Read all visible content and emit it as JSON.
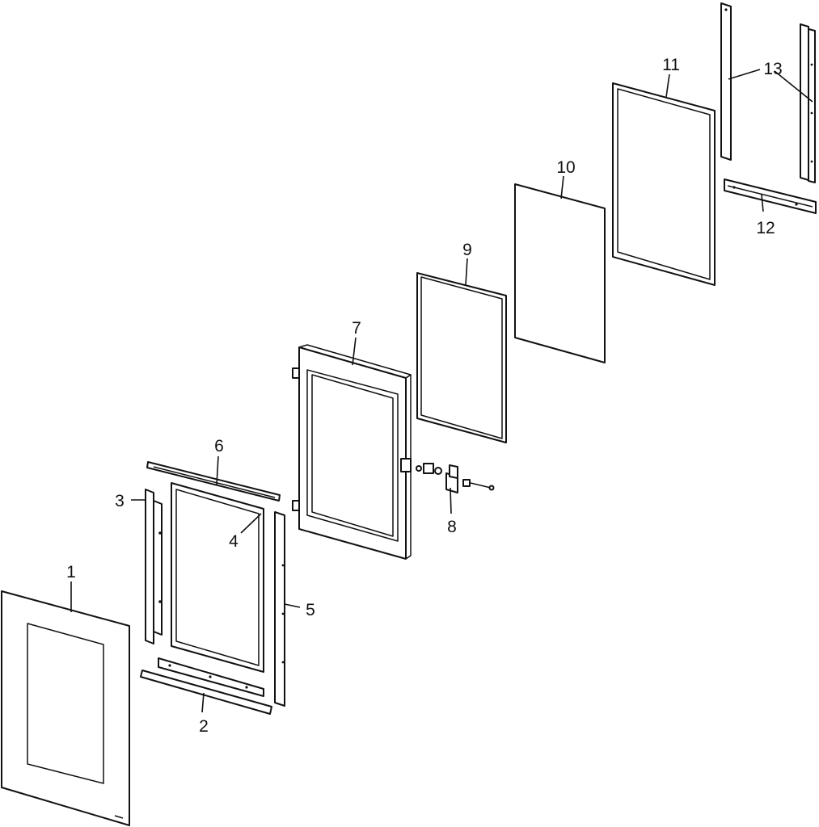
{
  "callouts": {
    "p1": "1",
    "p2": "2",
    "p3": "3",
    "p4": "4",
    "p5": "5",
    "p6": "6",
    "p7": "7",
    "p8": "8",
    "p9": "9",
    "p10": "10",
    "p11": "11",
    "p12": "12",
    "p13": "13"
  }
}
